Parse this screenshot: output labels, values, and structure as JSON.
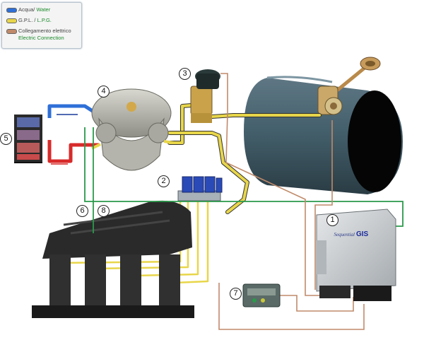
{
  "legend": {
    "items": [
      {
        "it": "Acqua",
        "sep": "/",
        "en": "Water",
        "color": "#2e6fd8"
      },
      {
        "it": "G.P.L.",
        "sep": "/",
        "en": "L.P.G.",
        "color": "#e8d64a"
      },
      {
        "it": "Collegamento elettrico",
        "sep": "",
        "en": "Electric Connection",
        "color": "#c08a6a"
      }
    ]
  },
  "components": {
    "c1": "1",
    "c2": "2",
    "c3": "3",
    "c4": "4",
    "c5": "5",
    "c6": "6",
    "c7": "7",
    "c8": "8"
  },
  "ecu": {
    "brand": "GIS",
    "brand_prefix": "Sequential"
  },
  "colors": {
    "water_blue": "#2e6fd8",
    "water_red": "#d82a2a",
    "lpg_yellow": "#e8d64a",
    "electric": "#c08a6a",
    "green_wire": "#2a9a4a",
    "tank": "#3f5662",
    "manifold": "#2a2a2a"
  }
}
